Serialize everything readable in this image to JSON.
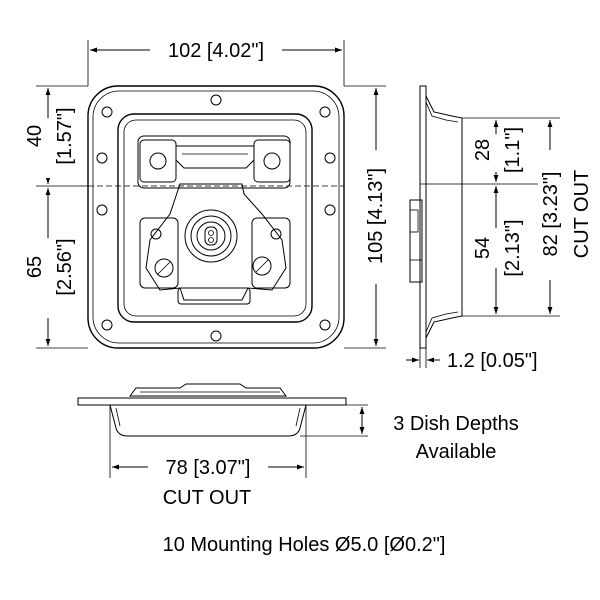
{
  "top_view": {
    "width_label": "102 [4.02\"]",
    "upper_height_label": "40",
    "upper_height_inch_label": "[1.57\"]",
    "lower_height_label": "65",
    "lower_height_inch_label": "[2.56\"]",
    "overall_height_label": "105 [4.13\"]"
  },
  "side_view": {
    "upper_cutout_label": "28",
    "upper_cutout_inch_label": "[1.1\"]",
    "lower_cutout_label": "54",
    "lower_cutout_inch_label": "[2.13\"]",
    "cutout_height_label": "82 [3.23\"]",
    "cutout_text": "CUT OUT",
    "thickness_label": "1.2 [0.05\"]"
  },
  "bottom_view": {
    "depth_note_line1": "3 Dish Depths",
    "depth_note_line2": "Available",
    "cutout_width_label": "78 [3.07\"]",
    "cutout_text": "CUT OUT"
  },
  "footer_note": "10 Mounting Holes Ø5.0 [Ø0.2\"]"
}
